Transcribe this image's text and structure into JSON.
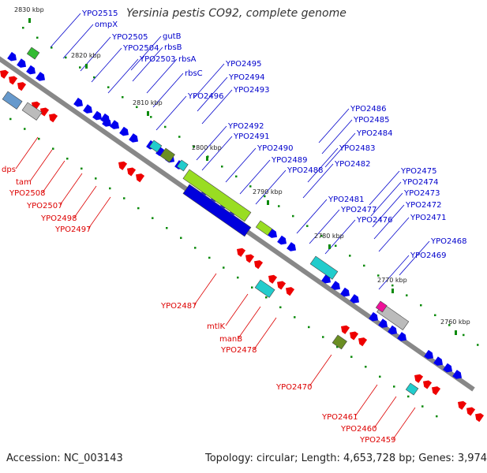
{
  "title": "Yersinia pestis CO92, complete genome",
  "footer": {
    "accession": "Accession: NC_003143",
    "topology": "Topology: circular; Length: 4,653,728 bp; Genes: 3,974"
  },
  "colors": {
    "backbone": "#888888",
    "forward_label": "#0000cc",
    "reverse_label": "#dd0000",
    "forward_gene": "#0000ee",
    "reverse_gene": "#ee0000",
    "tick": "#0a8a0a",
    "cds_lime": "#99dd22",
    "cds_cyan": "#22cccc",
    "cds_olive": "#6b8e23",
    "cds_grey": "#bbbbbb",
    "cds_magenta": "#ee1199"
  },
  "kbp_ticks": [
    "2830 kbp",
    "2820 kbp",
    "2810 kbp",
    "2800 kbp",
    "2790 kbp",
    "2780 kbp",
    "2770 kbp",
    "2760 kbp"
  ],
  "forward_labels": [
    "YPO2515",
    "ompX",
    "YPO2505",
    "gutB",
    "YPO2504",
    "rbsB",
    "YPO2503",
    "rbsA",
    "rbsC",
    "YPO2495",
    "YPO2494",
    "YPO2493",
    "YPO2496",
    "YPO2492",
    "YPO2491",
    "YPO2490",
    "YPO2489",
    "YPO2488",
    "YPO2486",
    "YPO2485",
    "YPO2484",
    "YPO2483",
    "YPO2482",
    "YPO2481",
    "YPO2477",
    "YPO2476",
    "YPO2475",
    "YPO2474",
    "YPO2473",
    "YPO2472",
    "YPO2471",
    "YPO2468",
    "YPO2469"
  ],
  "reverse_labels": [
    "dps",
    "tam",
    "YPO2508",
    "YPO2507",
    "YPO2498",
    "YPO2497",
    "YPO2487",
    "mtlK",
    "manB",
    "YPO2478",
    "YPO2470",
    "YPO2461",
    "YPO2460",
    "YPO2459"
  ]
}
